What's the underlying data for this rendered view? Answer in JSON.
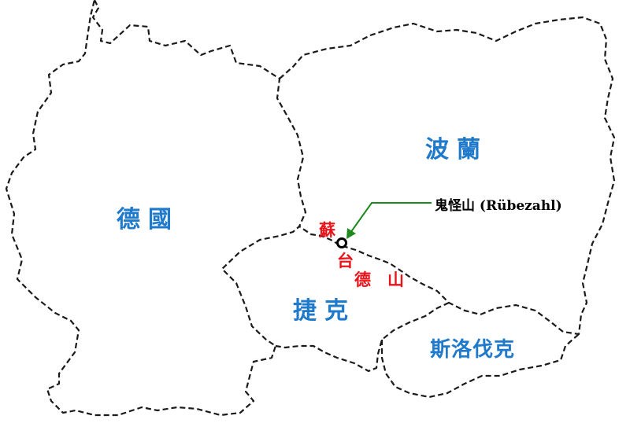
{
  "map": {
    "countries": {
      "germany": "德國",
      "poland": "波蘭",
      "czech": "捷克",
      "slovakia": "斯洛伐克"
    },
    "mountain_range_chars": [
      "蘇",
      "台",
      "德",
      "山"
    ],
    "peak_label": "鬼怪山 (Rübezahl)",
    "colors": {
      "country_label": "#1f7acb",
      "mountain_label": "#e8141a",
      "arrow": "#1e8a1e",
      "border": "#1a1a1a",
      "peak_label": "#000000"
    }
  }
}
